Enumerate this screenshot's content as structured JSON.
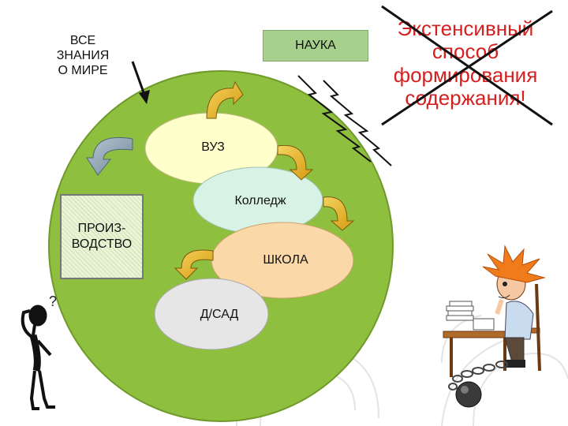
{
  "labels": {
    "all_knowledge": "ВСЕ\nЗНАНИЯ\nО МИРЕ",
    "science": "НАУКА",
    "production": "ПРОИЗ-\nВОДСТВО",
    "university": "ВУЗ",
    "college": "Колледж",
    "school": "ШКОЛА",
    "kindergarten": "Д/САД",
    "question_mark": "?"
  },
  "caption": {
    "text": "Экстенсивный\nспособ\nформирования\nсодержания!",
    "color": "#d62020",
    "crossed_out": true
  },
  "colors": {
    "circle": "#8fbf3f",
    "university": "#ffffcc",
    "college": "#d9f2e6",
    "school": "#fbd8a8",
    "kindergarten": "#e6e6e6",
    "production": "#eaf5d8",
    "science": "#a8d08d",
    "cross": "#111111"
  },
  "icons": [
    "down-arrow-icon",
    "zigzag-lightning-icon",
    "curved-arrow-icon",
    "stick-figure-thinking",
    "cartoon-student-at-desk",
    "ball-and-chain-icon"
  ]
}
